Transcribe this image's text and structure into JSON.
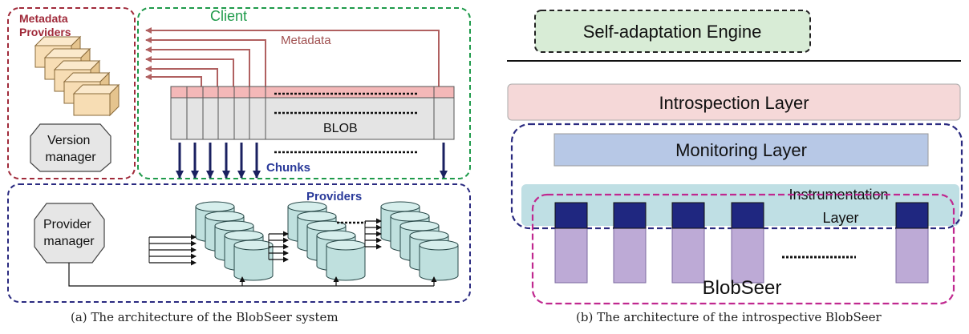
{
  "colors": {
    "metadata_red": "#a02a3a",
    "client_green": "#1e9a4a",
    "providers_navy": "#2a2a80",
    "arrow_red": "#b06060",
    "chunk_arrow": "#1a2060",
    "text_navy": "#2a3a9a",
    "cube_fill": "#f7ddb4",
    "blob_pink": "#f4b8b8",
    "blob_gray": "#e4e4e4",
    "disk_fill": "#bfe0de",
    "engine_fill": "#d8ecd6",
    "introspection_fill": "#f5d8d8",
    "monitoring_fill": "#b7c8e6",
    "instrumentation_fill": "#bfdfe4",
    "blobseer_magenta": "#c0288f",
    "node_top": "#1f2780",
    "node_body": "#bdaad6"
  },
  "panel_a": {
    "metadata_providers_label_line1": "Metadata",
    "metadata_providers_label_line2": "Providers",
    "client_label": "Client",
    "metadata_label": "Metadata",
    "blob_label": "BLOB",
    "chunks_label": "Chunks",
    "providers_label": "Providers",
    "version_manager_line1": "Version",
    "version_manager_line2": "manager",
    "provider_manager_line1": "Provider",
    "provider_manager_line2": "manager",
    "caption": "(a)  The architecture of the BlobSeer system"
  },
  "panel_b": {
    "engine_label": "Self-adaptation Engine",
    "introspection_label": "Introspection Layer",
    "monitoring_label": "Monitoring Layer",
    "instrumentation_line1": "Instrumentation",
    "instrumentation_line2": "Layer",
    "blobseer_label": "BlobSeer",
    "caption": "(b)  The architecture of the introspective BlobSeer"
  }
}
